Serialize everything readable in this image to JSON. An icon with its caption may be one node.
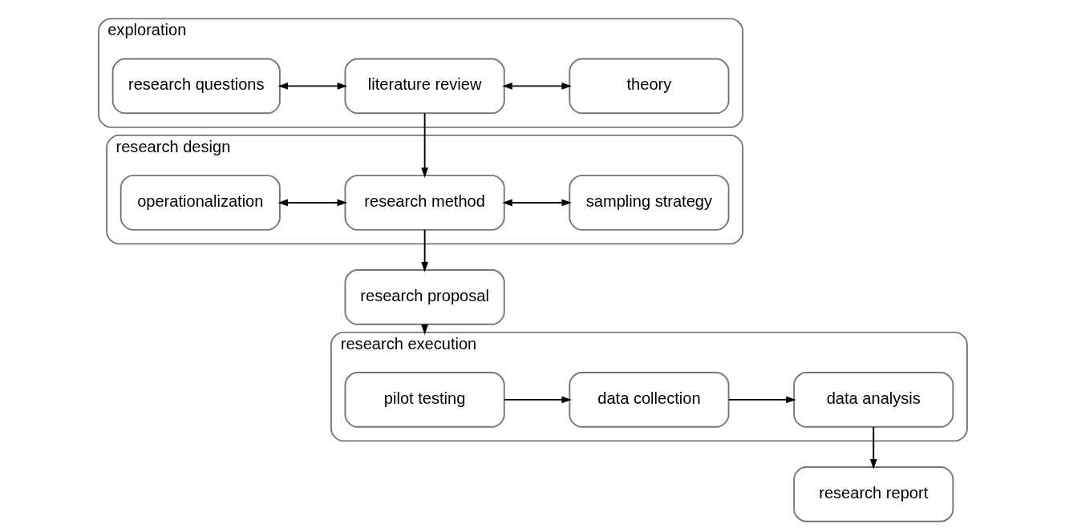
{
  "diagram": {
    "nodes": [
      {
        "text": [
          "exploration"
        ]
      },
      {
        "text": [
          "research questions"
        ],
        "in": 0
      },
      {
        "text": [
          "literature review"
        ],
        "in": 0
      },
      {
        "text": [
          "theory"
        ],
        "in": 0
      },
      {
        "text": [
          "research design"
        ]
      },
      {
        "text": [
          "operationalization"
        ],
        "in": 4
      },
      {
        "text": [
          "research method"
        ],
        "in": 4
      },
      {
        "text": [
          "sampling strategy"
        ],
        "in": 4
      },
      {
        "text": [
          "research proposal"
        ]
      },
      {
        "text": [
          "research execution"
        ]
      },
      {
        "text": [
          "pilot testing"
        ],
        "in": 9
      },
      {
        "text": [
          "data collection"
        ],
        "in": 9
      },
      {
        "text": [
          "data analysis"
        ],
        "in": 9
      },
      {
        "text": [
          "research report"
        ]
      }
    ],
    "edges": [
      {
        "from": 1,
        "to": 2,
        "arrow": "both"
      },
      {
        "from": 2,
        "to": 3,
        "arrow": "both"
      },
      {
        "from": 2,
        "to": 6,
        "arrow": "to"
      },
      {
        "from": 5,
        "to": 6,
        "arrow": "both"
      },
      {
        "from": 6,
        "to": 7,
        "arrow": "both"
      },
      {
        "from": 6,
        "to": 8,
        "arrow": "to"
      },
      {
        "from": 8,
        "to": 9,
        "arrow": "to"
      },
      {
        "from": 10,
        "to": 11,
        "arrow": "to"
      },
      {
        "from": 11,
        "to": 12,
        "arrow": "to"
      },
      {
        "from": 12,
        "to": 13,
        "arrow": "to"
      }
    ]
  }
}
